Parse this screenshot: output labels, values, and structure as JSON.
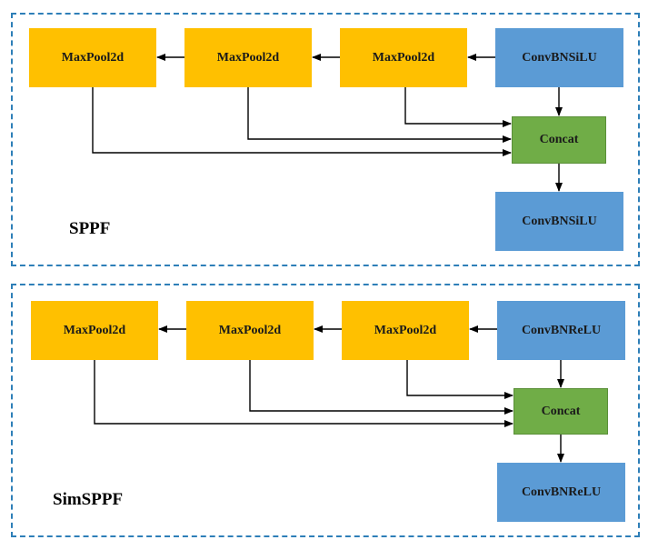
{
  "colors": {
    "pool": "#ffc000",
    "conv": "#5b9bd5",
    "concat": "#70ad47",
    "border": "#2e7fb8"
  },
  "sppf": {
    "title": "SPPF",
    "pools": [
      "MaxPool2d",
      "MaxPool2d",
      "MaxPool2d"
    ],
    "conv_in": "ConvBNSiLU",
    "concat": "Concat",
    "conv_out": "ConvBNSiLU"
  },
  "simsppf": {
    "title": "SimSPPF",
    "pools": [
      "MaxPool2d",
      "MaxPool2d",
      "MaxPool2d"
    ],
    "conv_in": "ConvBNReLU",
    "concat": "Concat",
    "conv_out": "ConvBNReLU"
  }
}
